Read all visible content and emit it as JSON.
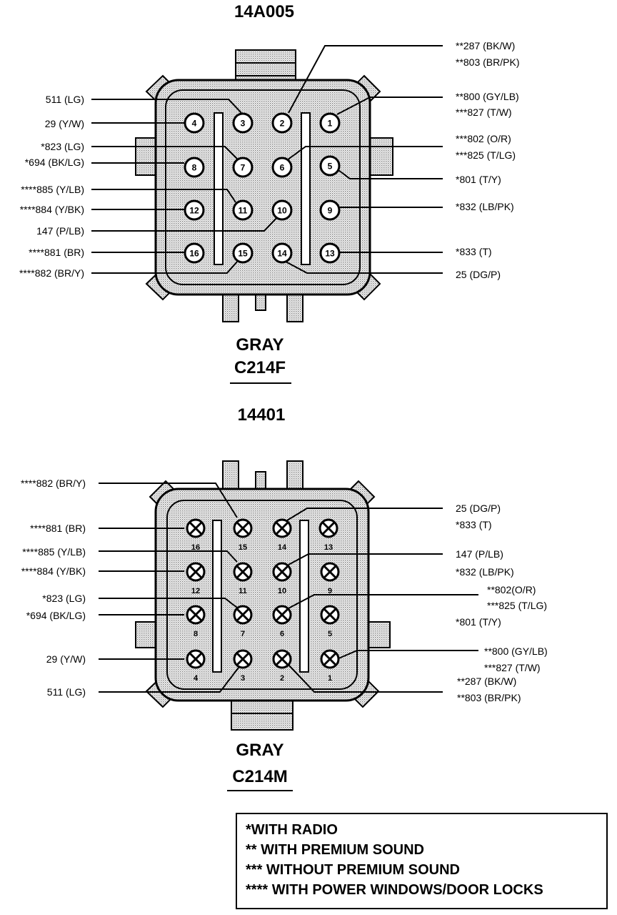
{
  "top_connector": {
    "part_number": "14A005",
    "color": "GRAY",
    "name": "C214F",
    "pins": [
      "1",
      "2",
      "3",
      "4",
      "5",
      "6",
      "7",
      "8",
      "9",
      "10",
      "11",
      "12",
      "13",
      "14",
      "15",
      "16"
    ],
    "left_labels": [
      "511 (LG)",
      "29 (Y/W)",
      "*823 (LG)",
      "*694 (BK/LG)",
      "****885 (Y/LB)",
      "****884 (Y/BK)",
      "147 (P/LB)",
      "****881 (BR)",
      "****882 (BR/Y)"
    ],
    "right_labels": [
      "**287 (BK/W)",
      "**803 (BR/PK)",
      "**800 (GY/LB)",
      "***827 (T/W)",
      "***802 (O/R)",
      "***825 (T/LG)",
      "*801 (T/Y)",
      "*832 (LB/PK)",
      "*833 (T)",
      "25 (DG/P)"
    ]
  },
  "bottom_connector": {
    "part_number": "14401",
    "color": "GRAY",
    "name": "C214M",
    "pins": [
      "1",
      "2",
      "3",
      "4",
      "5",
      "6",
      "7",
      "8",
      "9",
      "10",
      "11",
      "12",
      "13",
      "14",
      "15",
      "16"
    ],
    "left_labels": [
      "****882 (BR/Y)",
      "****881 (BR)",
      "****885 (Y/LB)",
      "****884 (Y/BK)",
      "*823 (LG)",
      "*694 (BK/LG)",
      "29 (Y/W)",
      "511 (LG)"
    ],
    "right_labels": [
      "25 (DG/P)",
      "*833 (T)",
      "147 (P/LB)",
      "*832 (LB/PK)",
      "**802(O/R)",
      "***825 (T/LG)",
      "*801 (T/Y)",
      "**800 (GY/LB)",
      "***827 (T/W)",
      "**287 (BK/W)",
      "**803 (BR/PK)"
    ]
  },
  "legend": [
    "*WITH RADIO",
    "** WITH PREMIUM SOUND",
    "*** WITHOUT PREMIUM SOUND",
    "**** WITH POWER WINDOWS/DOOR LOCKS"
  ]
}
